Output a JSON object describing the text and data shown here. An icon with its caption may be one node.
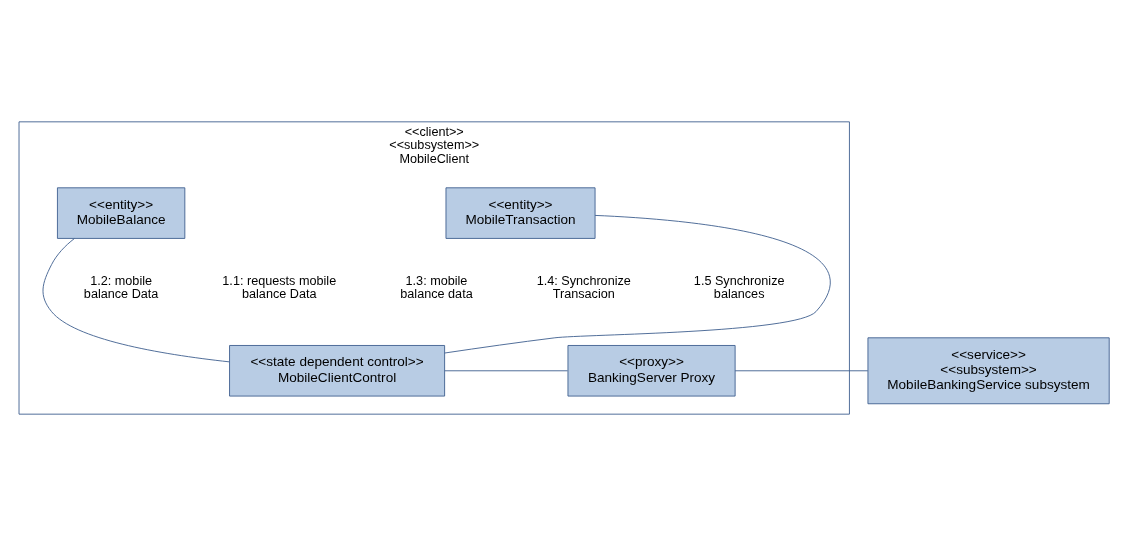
{
  "diagram": {
    "nodes": [
      {
        "text": [
          "<<client>>",
          "<<subsystem>>",
          "MobileClient"
        ]
      },
      {
        "text": [
          "<<entity>>",
          "MobileBalance"
        ],
        "in": 0
      },
      {
        "text": [
          "<<entity>>",
          "MobileTransaction"
        ],
        "in": 0
      },
      {
        "text": [
          "<<state dependent control>>",
          "MobileClientControl"
        ],
        "in": 0
      },
      {
        "text": [
          "<<proxy>>",
          "BankingServer Proxy"
        ],
        "in": 0
      },
      {
        "text": [
          "<<service>>",
          "<<subsystem>>",
          "MobileBankingService subsystem"
        ]
      }
    ],
    "edges": [
      {
        "from": 1,
        "to": 3,
        "arrow": "none"
      },
      {
        "from": 2,
        "to": 3,
        "arrow": "none"
      },
      {
        "from": 3,
        "to": 4,
        "arrow": "none"
      },
      {
        "from": 4,
        "to": 5,
        "arrow": "none"
      }
    ],
    "labels": [
      "1.2: mobile balance Data",
      "1.1: requests mobile balance Data",
      "1.3: mobile balance data",
      "1.4: Synchronize Transacion",
      "1.5 Synchronize balances"
    ]
  }
}
